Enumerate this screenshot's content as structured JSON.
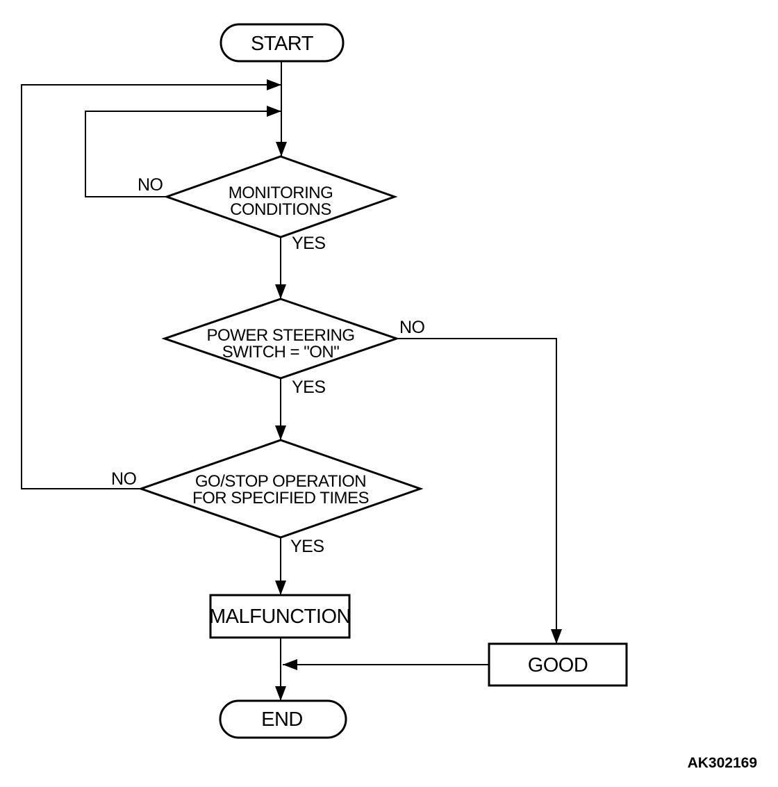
{
  "figure": {
    "code": "AK302169"
  },
  "colors": {
    "ink": "#000000",
    "background": "#ffffff"
  },
  "flowchart": {
    "start": {
      "label": "START",
      "type": "terminator"
    },
    "monitoring_conditions": {
      "type": "decision",
      "line1": "MONITORING",
      "line2": "CONDITIONS",
      "no_label": "NO",
      "yes_label": "YES"
    },
    "power_steering": {
      "type": "decision",
      "line1": "POWER STEERING",
      "line2": "SWITCH = \"ON\"",
      "no_label": "NO",
      "yes_label": "YES"
    },
    "go_stop": {
      "type": "decision",
      "line1": "GO/STOP OPERATION",
      "line2": "FOR SPECIFIED TIMES",
      "no_label": "NO",
      "yes_label": "YES"
    },
    "malfunction": {
      "label": "MALFUNCTION",
      "type": "process"
    },
    "good": {
      "label": "GOOD",
      "type": "process"
    },
    "end": {
      "label": "END",
      "type": "terminator"
    }
  }
}
